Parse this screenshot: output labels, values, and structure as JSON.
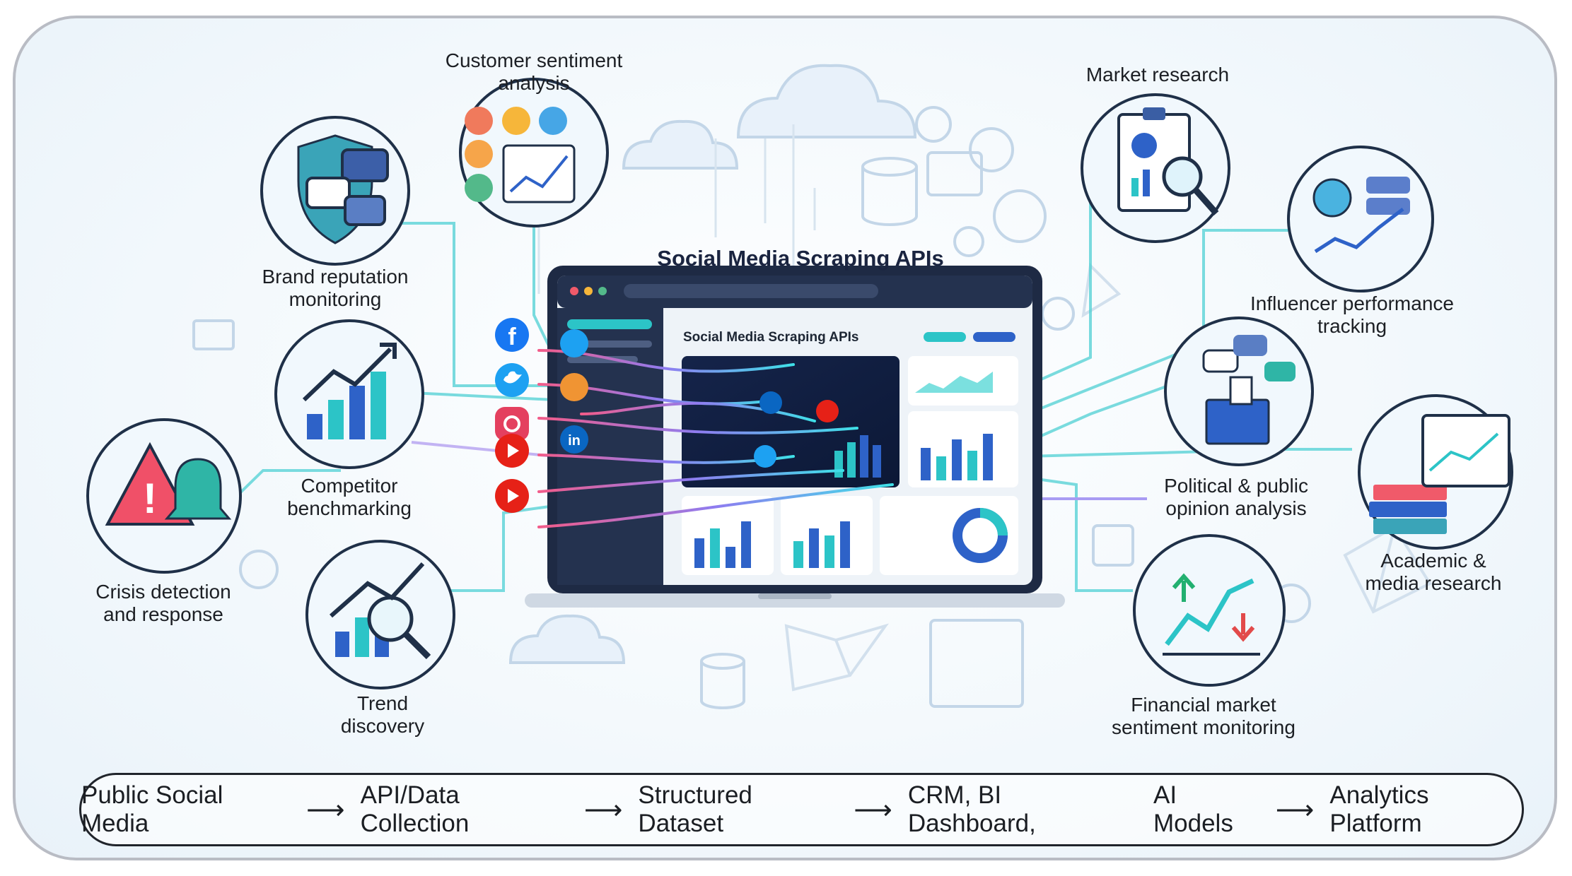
{
  "diagram_title": "Social Media Scraping APIs",
  "laptop": {
    "screen_title": "Social Media Scraping APIs"
  },
  "use_cases": [
    {
      "id": "customer-sentiment",
      "label": "Customer sentiment\nanalysis",
      "icon": "emoji-faces-chart-icon"
    },
    {
      "id": "brand-reputation",
      "label": "Brand reputation\nmonitoring",
      "icon": "shield-chat-icon"
    },
    {
      "id": "competitor",
      "label": "Competitor\nbenchmarking",
      "icon": "rising-bar-chart-icon"
    },
    {
      "id": "crisis",
      "label": "Crisis detection\nand response",
      "icon": "warning-bell-icon"
    },
    {
      "id": "trend",
      "label": "Trend\ndiscovery",
      "icon": "trend-magnifier-icon"
    },
    {
      "id": "market-research",
      "label": "Market research",
      "icon": "clipboard-magnifier-icon"
    },
    {
      "id": "influencer",
      "label": "Influencer performance\ntracking",
      "icon": "influencer-profile-icon"
    },
    {
      "id": "political",
      "label": "Political & public\nopinion analysis",
      "icon": "ballot-box-icon"
    },
    {
      "id": "academic",
      "label": "Academic &\nmedia research",
      "icon": "books-screen-icon"
    },
    {
      "id": "financial",
      "label": "Financial market\nsentiment monitoring",
      "icon": "stock-arrows-icon"
    }
  ],
  "social_icons": [
    "facebook-icon",
    "twitter-icon",
    "instagram-icon",
    "linkedin-icon",
    "youtube-icon"
  ],
  "pipeline": {
    "steps": [
      "Public Social Media",
      "API/Data Collection",
      "Structured Dataset",
      "CRM, BI Dashboard,",
      "AI Models",
      "Analytics Platform"
    ],
    "arrow": "⟶"
  },
  "colors": {
    "circle_border": "#1f3048",
    "circle_fill": "#f1f8fd",
    "accent_teal": "#2cc4c7",
    "accent_blue": "#2e62c8",
    "laptop_frame": "#1e2a44",
    "facebook": "#1877f2",
    "twitter": "#1da1f2",
    "youtube": "#e62117"
  }
}
